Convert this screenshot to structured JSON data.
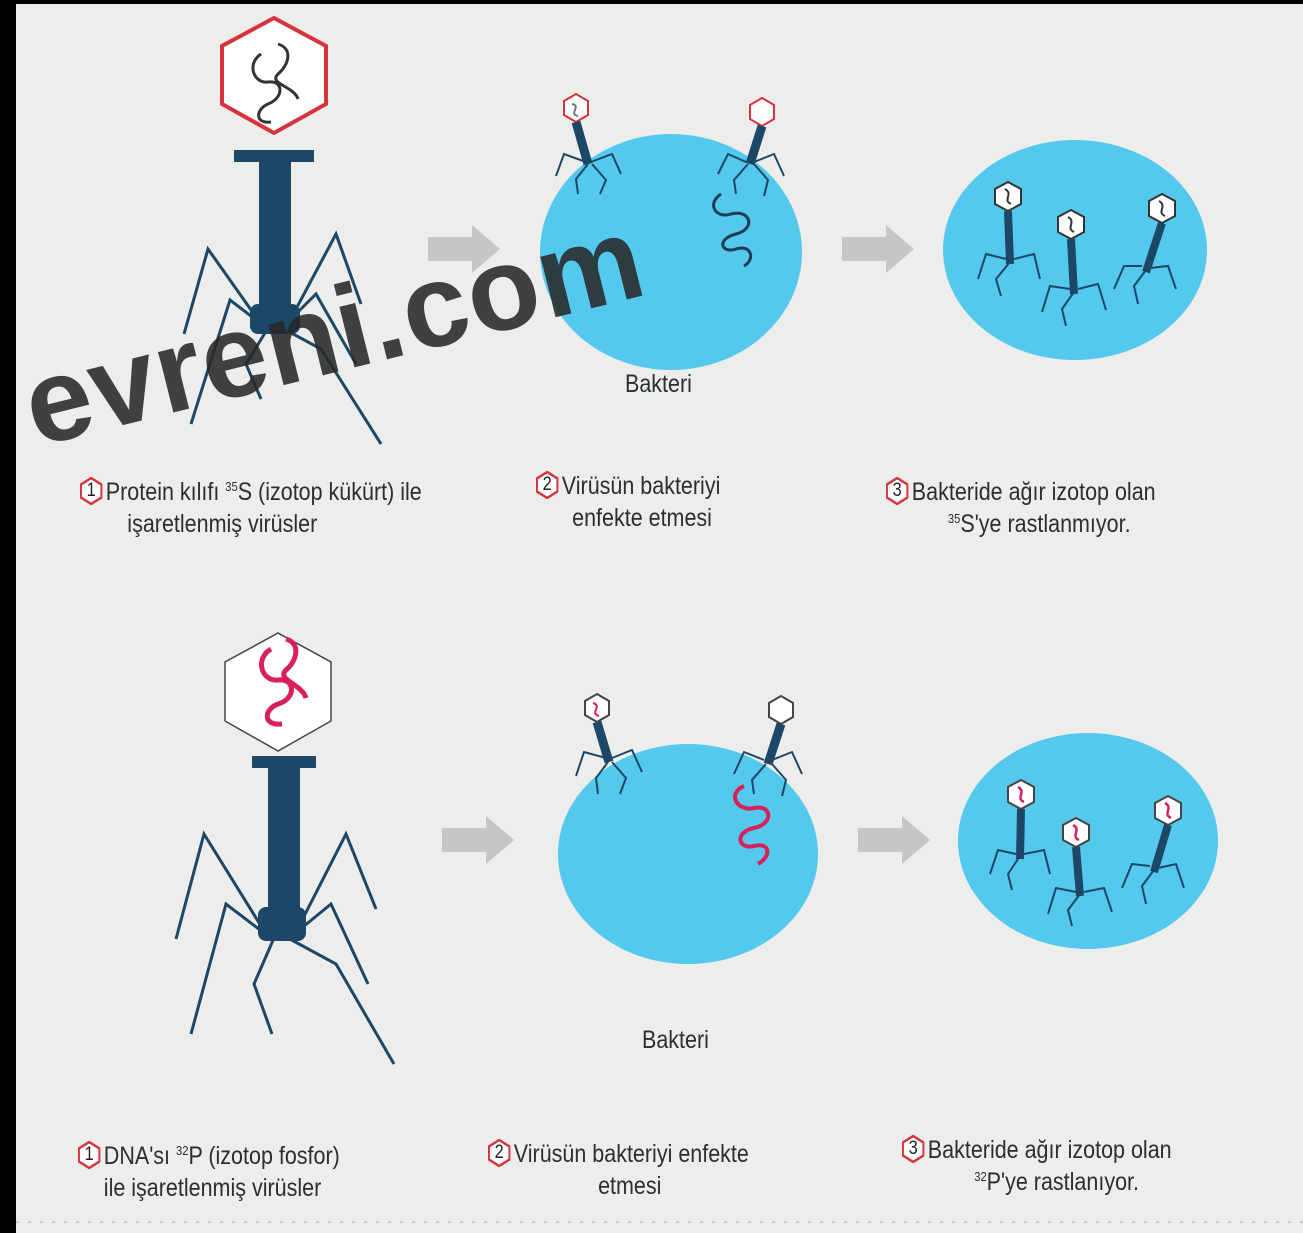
{
  "row1": {
    "bacterium_label": "Bakteri",
    "step1": {
      "number": "1",
      "pre": "Protein kılıfı ",
      "sup": "35",
      "post": "S (izotop kükürt) ile",
      "line2": "işaretlenmiş virüsler"
    },
    "step2": {
      "number": "2",
      "line1": "Virüsün bakteriyi",
      "line2": "enfekte etmesi"
    },
    "step3": {
      "number": "3",
      "line1": "Bakteride ağır izotop olan",
      "sup": "35",
      "post": "S'ye rastlanmıyor."
    }
  },
  "row2": {
    "bacterium_label": "Bakteri",
    "step1": {
      "number": "1",
      "pre": "DNA'sı ",
      "sup": "32",
      "post": "P (izotop fosfor)",
      "line2": "ile işaretlenmiş virüsler"
    },
    "step2": {
      "number": "2",
      "line1": "Virüsün bakteriyi enfekte",
      "line2": "etmesi"
    },
    "step3": {
      "number": "3",
      "line1": "Bakteride ağır izotop olan",
      "sup": "32",
      "post": "P'ye rastlanıyor."
    }
  },
  "watermark": "evreni.com",
  "colors": {
    "bacterium": "#55c8ee",
    "phage": "#1c4766",
    "label_red": "#d8323c",
    "dna_red": "#d8205a",
    "arrow": "#c6c6c6"
  },
  "icons": [
    "bacteriophage-icon",
    "bacterium-icon",
    "arrow-right-icon",
    "dna-strand-icon",
    "hexagon-number-badge-icon"
  ]
}
